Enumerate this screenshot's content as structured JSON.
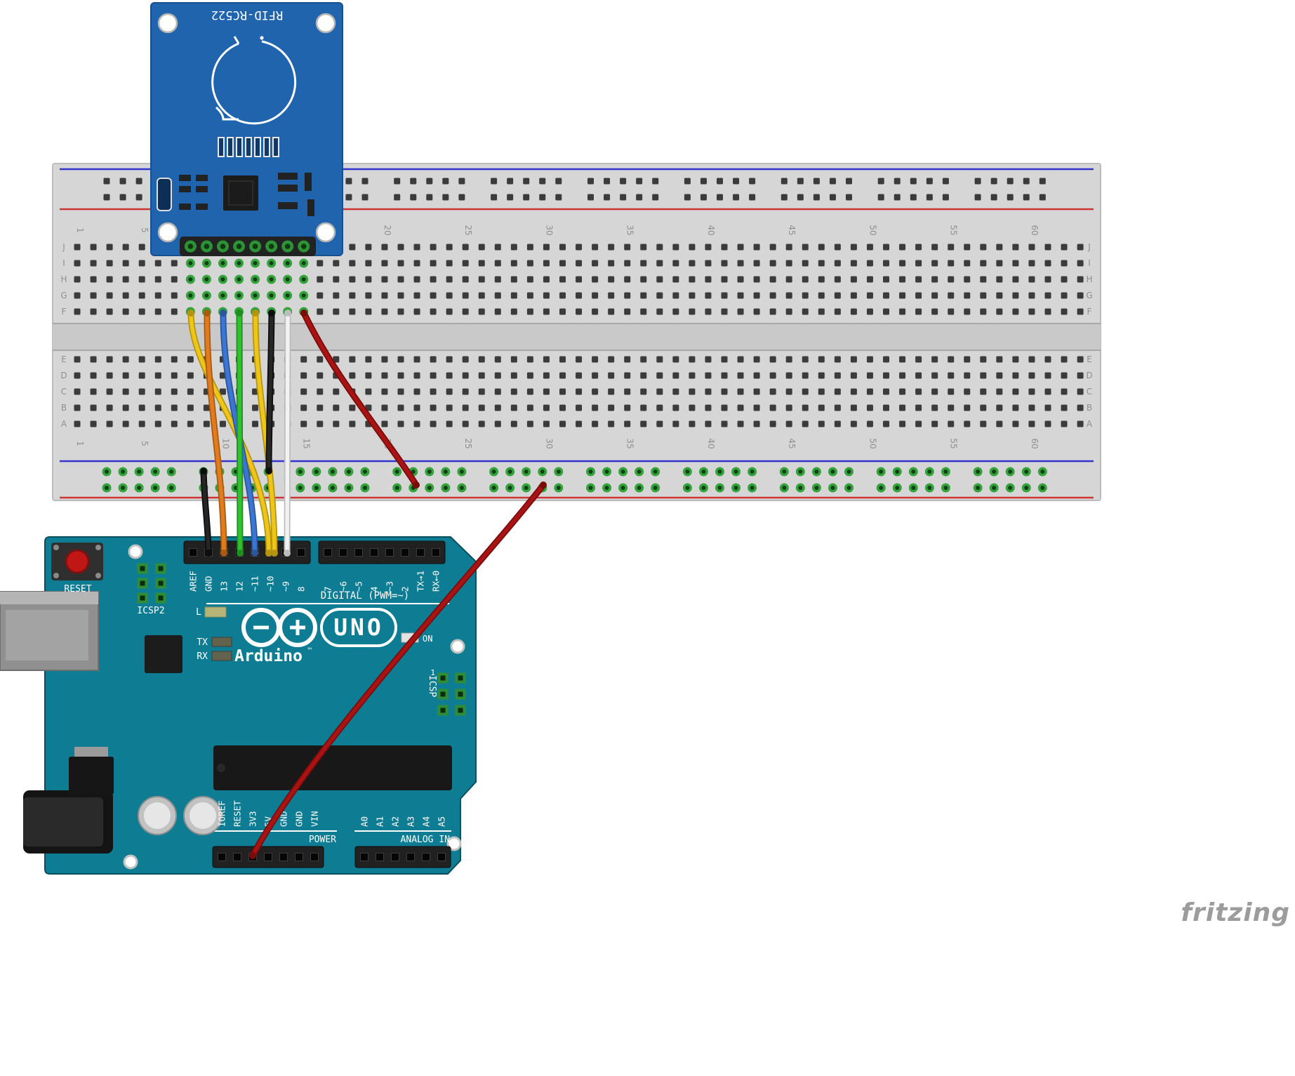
{
  "rfid": {
    "label": "RFID-RC522"
  },
  "breadboard": {
    "row_letters_top": [
      "J",
      "I",
      "H",
      "G",
      "F"
    ],
    "row_letters_bottom": [
      "E",
      "D",
      "C",
      "B",
      "A"
    ],
    "column_numbers": [
      "1",
      "5",
      "10",
      "15",
      "20",
      "25",
      "30",
      "35",
      "40",
      "45",
      "50",
      "55",
      "60"
    ]
  },
  "arduino": {
    "reset_label": "RESET",
    "icsp2_label": "ICSP2",
    "icsp_label": "ICSP",
    "icsp_pin1": "1",
    "led_l_label": "L",
    "led_tx_label": "TX",
    "led_rx_label": "RX",
    "led_on_label": "ON",
    "brand": "Arduino",
    "brand_tm": "™",
    "model": "UNO",
    "digital_title": "DIGITAL (PWM=~)",
    "power_title": "POWER",
    "analog_title": "ANALOG IN",
    "digital_pins": [
      "AREF",
      "GND",
      "13",
      "12",
      "~11",
      "~10",
      "~9",
      "8",
      "7",
      "~6",
      "~5",
      "4",
      "~3",
      "2",
      "TX→1",
      "RX←0"
    ],
    "power_pins": [
      "IOREF",
      "RESET",
      "3V3",
      "5V",
      "GND",
      "GND",
      "VIN"
    ],
    "analog_pins": [
      "A0",
      "A1",
      "A2",
      "A3",
      "A4",
      "A5"
    ]
  },
  "colors": {
    "arduino_board": "#0e7d93",
    "rfid_board": "#2064ad",
    "breadboard_body": "#d6d6d6",
    "rail_blue": "#3434cf",
    "rail_red": "#cf3434"
  },
  "wires": [
    {
      "name": "yellow-1",
      "color": "#edc51b",
      "dark": "#b5950e"
    },
    {
      "name": "orange",
      "color": "#e07b1e",
      "dark": "#a85a10"
    },
    {
      "name": "blue",
      "color": "#3c76d2",
      "dark": "#29569c"
    },
    {
      "name": "green",
      "color": "#2ec22e",
      "dark": "#1e8f1e"
    },
    {
      "name": "yellow-2",
      "color": "#edc51b",
      "dark": "#b5950e"
    },
    {
      "name": "black-1",
      "color": "#262626",
      "dark": "#0d0d0d"
    },
    {
      "name": "white",
      "color": "#f2f2f2",
      "dark": "#bdbdbd"
    },
    {
      "name": "black-2",
      "color": "#262626",
      "dark": "#0d0d0d"
    },
    {
      "name": "red-1",
      "color": "#a81313",
      "dark": "#7a0b0b"
    },
    {
      "name": "red-2",
      "color": "#a81313",
      "dark": "#7a0b0b"
    }
  ],
  "watermark": "fritzing"
}
